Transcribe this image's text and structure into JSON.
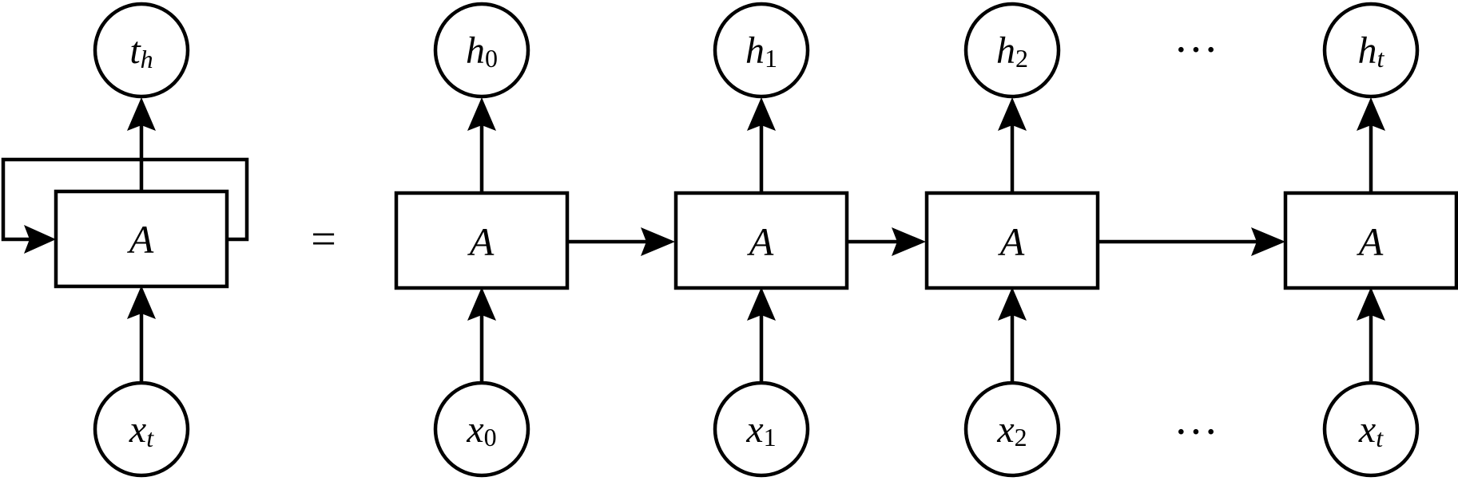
{
  "diagram": {
    "cell_label": "A",
    "equals": "=",
    "ellipsis": "···",
    "folded": {
      "output": {
        "base": "t",
        "sub": "h"
      },
      "input": {
        "base": "x",
        "sub": "t"
      }
    },
    "unrolled": [
      {
        "output": {
          "base": "h",
          "sub": "0"
        },
        "input": {
          "base": "x",
          "sub": "0"
        }
      },
      {
        "output": {
          "base": "h",
          "sub": "1"
        },
        "input": {
          "base": "x",
          "sub": "1"
        }
      },
      {
        "output": {
          "base": "h",
          "sub": "2"
        },
        "input": {
          "base": "x",
          "sub": "2"
        }
      },
      {
        "output": {
          "base": "h",
          "sub": "t"
        },
        "input": {
          "base": "x",
          "sub": "t"
        }
      }
    ]
  }
}
